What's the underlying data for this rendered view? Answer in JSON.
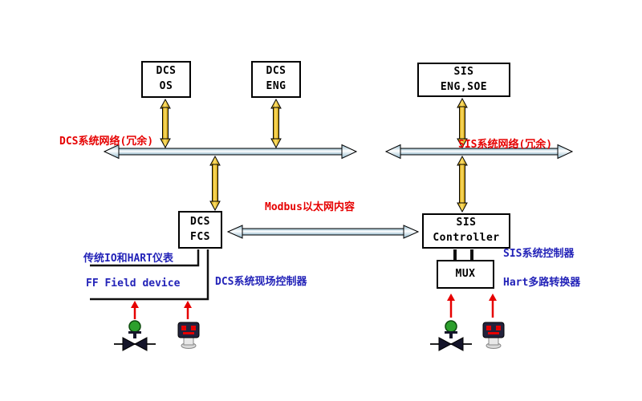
{
  "colors": {
    "label_red": "#e60000",
    "label_blue": "#2323b8",
    "pipe_blue": "#9cc4da",
    "riser_yellow": "#ffd84d",
    "valve_green": "#2ca02c",
    "line_black": "#101010"
  },
  "boxes": {
    "dcs_os": "DCS\nOS",
    "dcs_eng": "DCS\nENG",
    "sis_eng_soe": "SIS\nENG,SOE",
    "dcs_fcs": "DCS\nFCS",
    "sis_controller": "SIS\nController",
    "mux": "MUX"
  },
  "labels": {
    "dcs_network": "DCS系统网络(冗余)",
    "sis_network": "SIS系统网络(冗余)",
    "modbus_link": "Modbus以太网内容",
    "traditional_io": "传统IO和HART仪表",
    "ff_field_device": "FF Field device",
    "dcs_field_controller": "DCS系统现场控制器",
    "sis_system_controller": "SIS系统控制器",
    "hart_multiplexer": "Hart多路转换器"
  }
}
